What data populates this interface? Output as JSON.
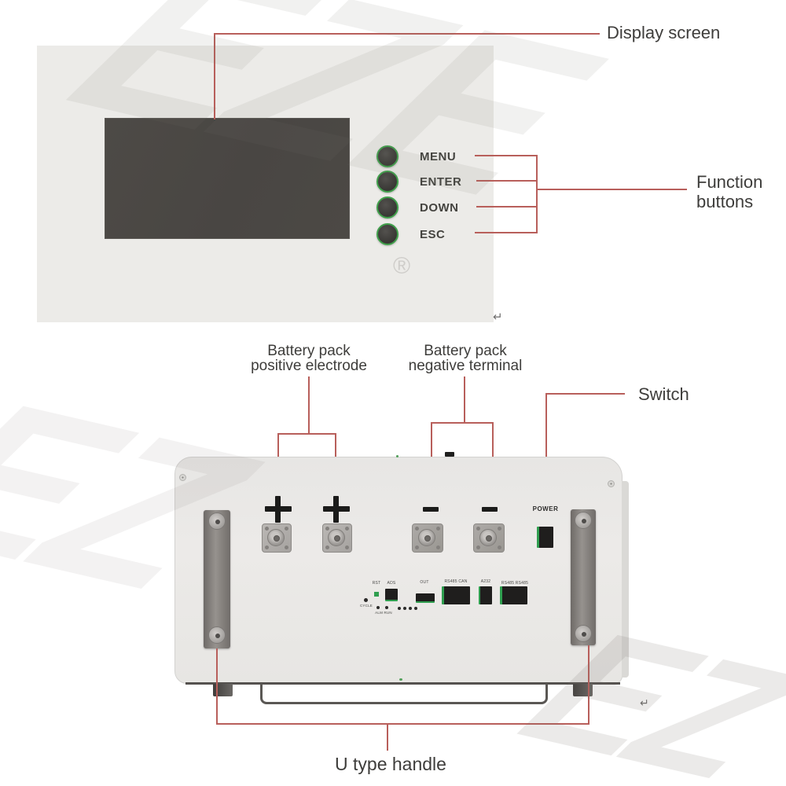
{
  "colors": {
    "annotation_red": "#b85f5b",
    "panel_gray": "#ecebe8",
    "screen_dark": "#4a4743",
    "body_gray": "#e9e8e5",
    "green_accent": "#3f9f4a",
    "connector_green": "#2f9e4f",
    "text_dark": "#3e3d3b"
  },
  "top_section": {
    "display_label": "Display screen",
    "function_label_line1": "Function",
    "function_label_line2": "buttons",
    "buttons": [
      {
        "label": "MENU"
      },
      {
        "label": "ENTER"
      },
      {
        "label": "DOWN"
      },
      {
        "label": "ESC"
      }
    ],
    "registered_mark": "®",
    "return_mark": "↵"
  },
  "bottom_section": {
    "positive_label_line1": "Battery pack",
    "positive_label_line2": "positive electrode",
    "negative_label_line1": "Battery pack",
    "negative_label_line2": "negative terminal",
    "switch_label": "Switch",
    "handle_label": "U type handle",
    "power_label": "POWER",
    "plus_symbol": "+",
    "minus_symbol": "−",
    "return_mark": "↵",
    "io_labels": {
      "rst": "RST",
      "ads": "ADS",
      "cycle": "CYCLE",
      "out": "OUT",
      "rs485_can": "RS485   CAN",
      "a232": "A232",
      "rs485_rs485": "RS485  RS485",
      "alm_run": "ALM RUN"
    }
  },
  "watermark": {
    "text_top": "EZE",
    "text_bottom_left": "EZ",
    "text_bottom_right": "EZ"
  }
}
